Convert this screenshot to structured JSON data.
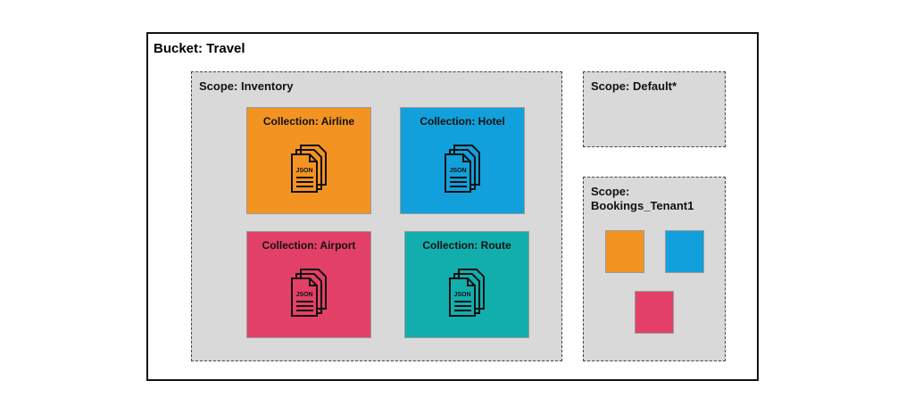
{
  "bucket": {
    "title": "Bucket: Travel"
  },
  "scopes": {
    "inventory": {
      "title": "Scope: Inventory",
      "collections": [
        {
          "title": "Collection: Airline",
          "color": "#f39322",
          "icon_label": "JSON"
        },
        {
          "title": "Collection: Hotel",
          "color": "#11a0db",
          "icon_label": "JSON"
        },
        {
          "title": "Collection: Airport",
          "color": "#e24066",
          "icon_label": "JSON"
        },
        {
          "title": "Collection: Route",
          "color": "#12aeae",
          "icon_label": "JSON"
        }
      ]
    },
    "default": {
      "title": "Scope: Default*"
    },
    "tenant": {
      "title_line1": "Scope:",
      "title_line2": "Bookings_Tenant1",
      "collections": [
        {
          "color": "#f39322"
        },
        {
          "color": "#11a0db"
        },
        {
          "color": "#e24066"
        }
      ]
    }
  },
  "icons": {
    "collection_icon": "json-documents-icon"
  }
}
